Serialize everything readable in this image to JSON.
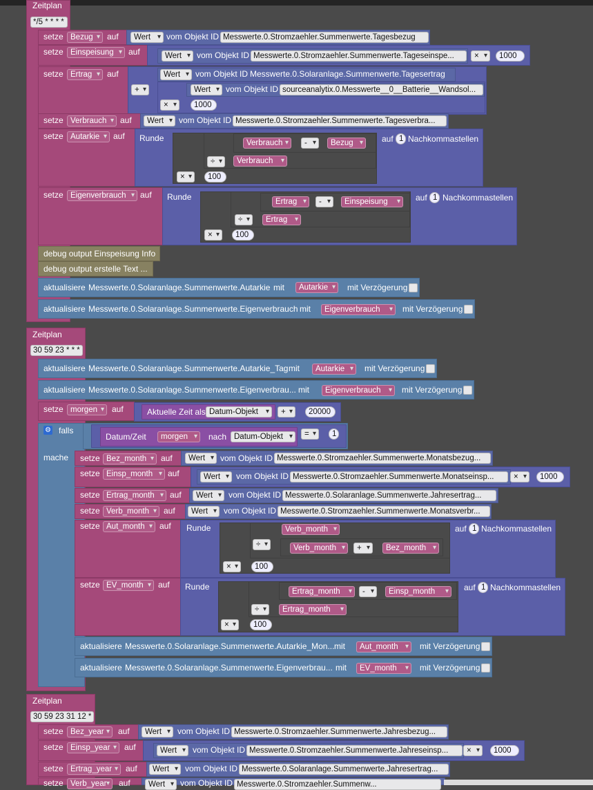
{
  "sched1": {
    "label": "Zeitplan",
    "cron": "*/5 * * * *"
  },
  "w": {
    "setze": "setze",
    "auf": "auf",
    "wert": "Wert",
    "vom": "vom Objekt ID",
    "runde": "Runde",
    "nach_auf": "auf",
    "nachk": "Nachkommastellen",
    "aktual": "aktualisiere",
    "mit": "mit",
    "mitverz": "mit Verzögerung",
    "falls": "falls",
    "mache": "mache",
    "aktzeit": "Aktuelle Zeit als",
    "datumzeit": "Datum/Zeit",
    "nach": "nach",
    "datumobj": "Datum-Objekt"
  },
  "ops": {
    "mul": "×",
    "div": "÷",
    "minus": "-",
    "plus": "+",
    "eq": "="
  },
  "nums": {
    "n1000": "1000",
    "n100": "100",
    "n1": "1",
    "n20000": "20000"
  },
  "v": {
    "bezug": "Bezug",
    "einsp": "Einspeisung",
    "ertrag": "Ertrag",
    "verb": "Verbrauch",
    "aut": "Autarkie",
    "eigen": "Eigenverbrauch",
    "morgen": "morgen",
    "bez_m": "Bez_month",
    "einsp_m": "Einsp_month",
    "ertrag_m": "Ertrag_month",
    "verb_m": "Verb_month",
    "aut_m": "Aut_month",
    "ev_m": "EV_month",
    "bez_y": "Bez_year",
    "einsp_y": "Einsp_year",
    "ertrag_y": "Ertrag_year",
    "verb_y": "Verb_year"
  },
  "ids": {
    "tagesbezug": "Messwerte.0.Stromzaehler.Summenwerte.Tagesbezug",
    "tageseinsp": "Messwerte.0.Stromzaehler.Summenwerte.Tageseinspe...",
    "tagesertrag": "Messwerte.0.Solaranlage.Summenwerte.Tagesertrag",
    "batterie": "sourceanalytix.0.Messwerte__0__Batterie__Wandsol...",
    "tagesverb": "Messwerte.0.Stromzaehler.Summenwerte.Tagesverbra...",
    "autarkie": "Messwerte.0.Solaranlage.Summenwerte.Autarkie",
    "eigenverb": "Messwerte.0.Solaranlage.Summenwerte.Eigenverbrauch",
    "autarkie_tag": "Messwerte.0.Solaranlage.Summenwerte.Autarkie_Tag",
    "eigenverb_tag": "Messwerte.0.Solaranlage.Summenwerte.Eigenverbrau...",
    "monatsbezug": "Messwerte.0.Stromzaehler.Summenwerte.Monatsbezug...",
    "monatseinsp": "Messwerte.0.Stromzaehler.Summenwerte.Monatseinsp...",
    "jahresertrag": "Messwerte.0.Solaranlage.Summenwerte.Jahresertrag...",
    "monatsverb": "Messwerte.0.Stromzaehler.Summenwerte.Monatsverbr...",
    "autarkie_mon": "Messwerte.0.Solaranlage.Summenwerte.Autarkie_Mon...",
    "eigenverb_mon": "Messwerte.0.Solaranlage.Summenwerte.Eigenverbrau...",
    "jahresbezug": "Messwerte.0.Stromzaehler.Summenwerte.Jahresbezug...",
    "jahreseinsp": "Messwerte.0.Stromzaehler.Summenwerte.Jahreseinsp...",
    "jahresertrag2": "Messwerte.0.Solaranlage.Summenwerte.Jahresertrag...",
    "summenw": "Messwerte.0.Stromzaehler.Summenw..."
  },
  "debug1": "debug output Einspeisung Info",
  "debug2": "debug output erstelle Text ...",
  "sched2": {
    "label": "Zeitplan",
    "cron": "30 59 23 * * *"
  },
  "sched3": {
    "label": "Zeitplan",
    "cron": "30 59 23 31 12 *"
  }
}
